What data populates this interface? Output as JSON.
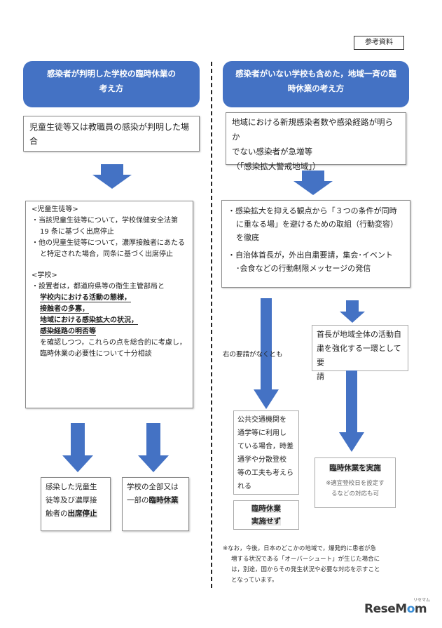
{
  "ref_label": "参考資料",
  "left": {
    "header": [
      "感染者が判明した学校の臨時休業の",
      "考え方"
    ],
    "condition": [
      "児童生徒等又は教職員の感染が判明した場",
      "合"
    ],
    "detail": {
      "students_title": "<児童生徒等>",
      "s1a": "・当該児童生徒等について，学校保健安全法第",
      "s1b": "19 条に基づく出席停止",
      "s2a": "・他の児童生徒等について，濃厚接触者にあたる",
      "s2b": "と特定された場合，同条に基づく出席停止",
      "school_title": "<学校>",
      "sc_intro": "・設置者は，都道府県等の衛生主管部局と",
      "u1": "学校内における活動の態様，",
      "u2": "接触者の多寡，",
      "u3": "地域における感染拡大の状況，",
      "u4": "感染経路の明否等",
      "sc_tail1": "を確認しつつ，これらの点を総合的に考慮し，",
      "sc_tail2": "臨時休業の必要性について十分相談"
    },
    "result1_lines": [
      "感染した児童生",
      "徒等及び濃厚接",
      "触者の"
    ],
    "result1_hl": "出席停止",
    "result2_line1": "学校の全部又は",
    "result2_line2a": "一部の",
    "result2_hl": "臨時休業"
  },
  "right": {
    "header": [
      "感染者がいない学校も含めた，地域一斉の臨",
      "時休業の考え方"
    ],
    "condition": [
      "地域における新規感染者数や感染経路が明らか",
      "でない感染者が急増等",
      "（「感染拡大警戒地域」）"
    ],
    "measures": {
      "m1a": "・感染拡大を抑える観点から「３つの条件が同時",
      "m1b": "に重なる場」を避けるための取組（行動変容）",
      "m1c": "を徹底",
      "m2a": "・自治体首長が，外出自粛要請，集会･イベント",
      "m2b": "･会食などの行動制限メッセージの発信"
    },
    "arrow_label": "右の要請がなくとも",
    "request_box": [
      "首長が地域全体の活動自",
      "粛を強化する一環として要",
      "請"
    ],
    "transit_box": [
      "公共交通機関を",
      "通学等に利用し",
      "ている場合，時差",
      "通学や分散登校",
      "等の工夫も考えら",
      "れる"
    ],
    "no_closure": [
      "臨時休業",
      "実施せず"
    ],
    "closure_hl": "臨時休業を実施",
    "closure_note": [
      "※適宜登校日を設定す",
      "るなどの対応も可"
    ]
  },
  "footnote": [
    "※なお，今後，日本のどこかの地域で，爆発的に患者が急",
    "増する状況である「オーバーシュート」が生じた場合に",
    "は，別途，国からその発生状況や必要な対応を示すこと",
    "となっています。"
  ],
  "logo": {
    "part1": "ReseM",
    "part2": "o",
    "part3": "m",
    "sub": "リセマム"
  },
  "colors": {
    "accent": "#4472c4",
    "arrow": "#4472c4"
  }
}
